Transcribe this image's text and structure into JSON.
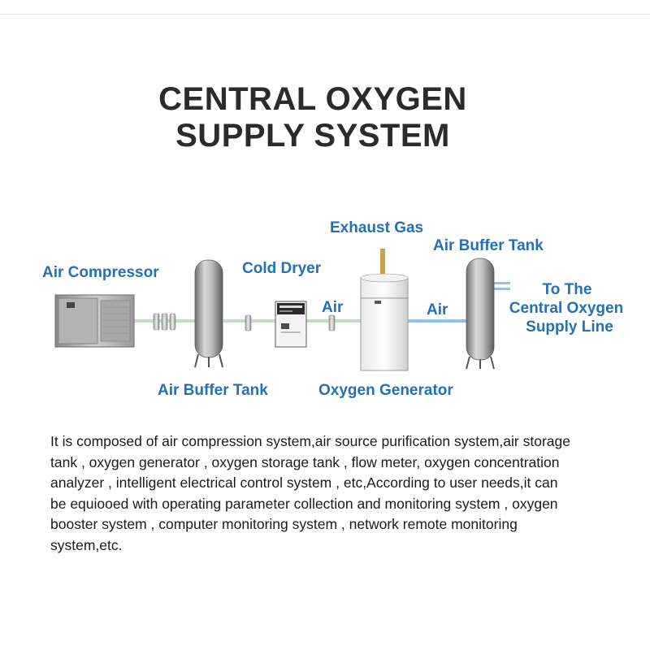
{
  "title": {
    "line1": "CENTRAL OXYGEN",
    "line2": "SUPPLY SYSTEM"
  },
  "diagram": {
    "labels": {
      "air_compressor": "Air Compressor",
      "air_buffer_tank_1": "Air Buffer Tank",
      "cold_dryer": "Cold Dryer",
      "air_1": "Air",
      "exhaust_gas": "Exhaust Gas",
      "oxygen_generator": "Oxygen Generator",
      "air_2": "Air",
      "air_buffer_tank_2": "Air Buffer Tank",
      "supply_line_1": "To The",
      "supply_line_2": "Central Oxygen",
      "supply_line_3": "Supply Line"
    },
    "colors": {
      "label": "#2470b6",
      "pipe_green": "#bfe0c0",
      "pipe_blue": "#8fc3ef",
      "exhaust": "#c9a34a"
    }
  },
  "description": "It is composed of air compression system,air source purification system,air storage\ntank , oxygen generator , oxygen storage tank , flow meter, oxygen concentration\nanalyzer , intelligent electrical control system , etc,According to user needs,it can\nbe equiooed with operating parameter collection and monitoring system , oxygen\nbooster system , computer monitoring system , network remote monitoring\nsystem,etc."
}
